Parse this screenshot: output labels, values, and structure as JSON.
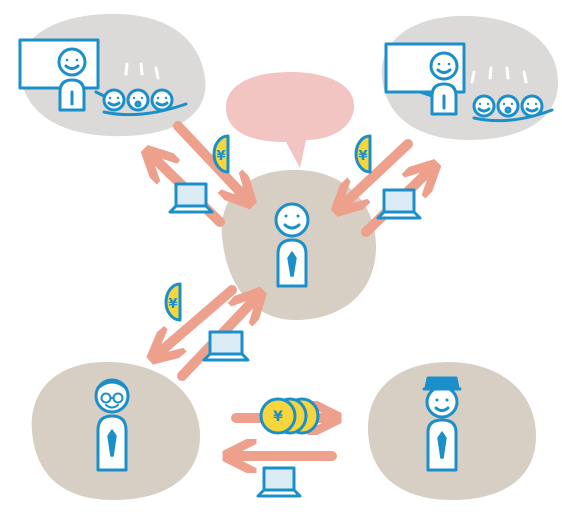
{
  "colors": {
    "blob_grey": "#dcdad8",
    "blob_beige": "#d7cfc3",
    "bubble_pink": "#f2c4c2",
    "arrow": "#eda08c",
    "stroke_blue": "#1b8fc9",
    "fill_blue": "#dbecf7",
    "coin_yellow": "#f6d63a",
    "tie_blue": "#1b8fc9"
  },
  "currency_symbol": "¥",
  "nodes": [
    {
      "id": "teacher-left",
      "icon": "lecturer-with-audience-icon"
    },
    {
      "id": "teacher-right",
      "icon": "lecturer-with-audience-icon"
    },
    {
      "id": "center-person",
      "icon": "person-with-tie-icon"
    },
    {
      "id": "client-glasses",
      "icon": "person-with-glasses-icon"
    },
    {
      "id": "staff-cap",
      "icon": "person-with-cap-icon"
    }
  ],
  "flows": [
    {
      "from": "teacher-left",
      "to": "center-person",
      "items": [
        "coin-icon",
        "laptop-icon"
      ]
    },
    {
      "from": "teacher-right",
      "to": "center-person",
      "items": [
        "coin-icon",
        "laptop-icon"
      ]
    },
    {
      "from": "client-glasses",
      "to": "center-person",
      "items": [
        "coin-icon",
        "laptop-icon"
      ]
    },
    {
      "from": "client-glasses",
      "to": "staff-cap",
      "items": [
        "coin-stack-icon",
        "laptop-icon"
      ]
    }
  ]
}
